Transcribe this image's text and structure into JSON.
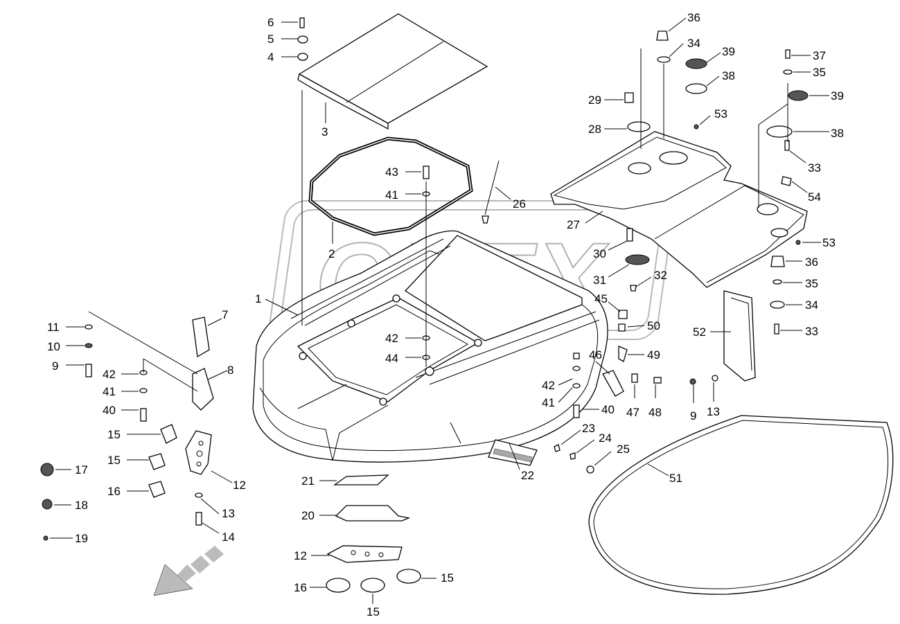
{
  "diagram": {
    "title": "",
    "watermark_text": "OPEX",
    "callouts": [
      {
        "id": "c6",
        "text": "6"
      },
      {
        "id": "c5",
        "text": "5"
      },
      {
        "id": "c4",
        "text": "4"
      },
      {
        "id": "c3",
        "text": "3"
      },
      {
        "id": "c2",
        "text": "2"
      },
      {
        "id": "c1",
        "text": "1"
      },
      {
        "id": "c43",
        "text": "43"
      },
      {
        "id": "c41a",
        "text": "41"
      },
      {
        "id": "c26",
        "text": "26"
      },
      {
        "id": "c27",
        "text": "27"
      },
      {
        "id": "c29",
        "text": "29"
      },
      {
        "id": "c28",
        "text": "28"
      },
      {
        "id": "c36a",
        "text": "36"
      },
      {
        "id": "c34a",
        "text": "34"
      },
      {
        "id": "c39a",
        "text": "39"
      },
      {
        "id": "c38a",
        "text": "38"
      },
      {
        "id": "c53a",
        "text": "53"
      },
      {
        "id": "c37",
        "text": "37"
      },
      {
        "id": "c35a",
        "text": "35"
      },
      {
        "id": "c39b",
        "text": "39"
      },
      {
        "id": "c38b",
        "text": "38"
      },
      {
        "id": "c33a",
        "text": "33"
      },
      {
        "id": "c54",
        "text": "54"
      },
      {
        "id": "c53b",
        "text": "53"
      },
      {
        "id": "c30",
        "text": "30"
      },
      {
        "id": "c31",
        "text": "31"
      },
      {
        "id": "c32",
        "text": "32"
      },
      {
        "id": "c36b",
        "text": "36"
      },
      {
        "id": "c35b",
        "text": "35"
      },
      {
        "id": "c34b",
        "text": "34"
      },
      {
        "id": "c33b",
        "text": "33"
      },
      {
        "id": "c52",
        "text": "52"
      },
      {
        "id": "c45",
        "text": "45"
      },
      {
        "id": "c50",
        "text": "50"
      },
      {
        "id": "c49",
        "text": "49"
      },
      {
        "id": "c46",
        "text": "46"
      },
      {
        "id": "c42c",
        "text": "42"
      },
      {
        "id": "c41c",
        "text": "41"
      },
      {
        "id": "c40b",
        "text": "40"
      },
      {
        "id": "c47",
        "text": "47"
      },
      {
        "id": "c48",
        "text": "48"
      },
      {
        "id": "c9b",
        "text": "9"
      },
      {
        "id": "c13b",
        "text": "13"
      },
      {
        "id": "c42b",
        "text": "42"
      },
      {
        "id": "c44",
        "text": "44"
      },
      {
        "id": "c7",
        "text": "7"
      },
      {
        "id": "c8",
        "text": "8"
      },
      {
        "id": "c11",
        "text": "11"
      },
      {
        "id": "c10",
        "text": "10"
      },
      {
        "id": "c9a",
        "text": "9"
      },
      {
        "id": "c42a",
        "text": "42"
      },
      {
        "id": "c41b",
        "text": "41"
      },
      {
        "id": "c40a",
        "text": "40"
      },
      {
        "id": "c15a",
        "text": "15"
      },
      {
        "id": "c15b",
        "text": "15"
      },
      {
        "id": "c16a",
        "text": "16"
      },
      {
        "id": "c12a",
        "text": "12"
      },
      {
        "id": "c13a",
        "text": "13"
      },
      {
        "id": "c14",
        "text": "14"
      },
      {
        "id": "c17",
        "text": "17"
      },
      {
        "id": "c18",
        "text": "18"
      },
      {
        "id": "c19",
        "text": "19"
      },
      {
        "id": "c21",
        "text": "21"
      },
      {
        "id": "c20",
        "text": "20"
      },
      {
        "id": "c12b",
        "text": "12"
      },
      {
        "id": "c16b",
        "text": "16"
      },
      {
        "id": "c15c",
        "text": "15"
      },
      {
        "id": "c15d",
        "text": "15"
      },
      {
        "id": "c22",
        "text": "22"
      },
      {
        "id": "c23",
        "text": "23"
      },
      {
        "id": "c24",
        "text": "24"
      },
      {
        "id": "c25",
        "text": "25"
      },
      {
        "id": "c51",
        "text": "51"
      }
    ]
  }
}
